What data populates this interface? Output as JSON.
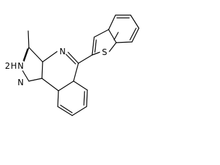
{
  "structure": {
    "atom_labels": {
      "n4": "N",
      "s1": "S",
      "nh2": "N",
      "h2": "H",
      "h2_digit": "2",
      "n1": "N"
    }
  },
  "colors": {
    "background": "#ffffff",
    "ink": "#000000"
  }
}
